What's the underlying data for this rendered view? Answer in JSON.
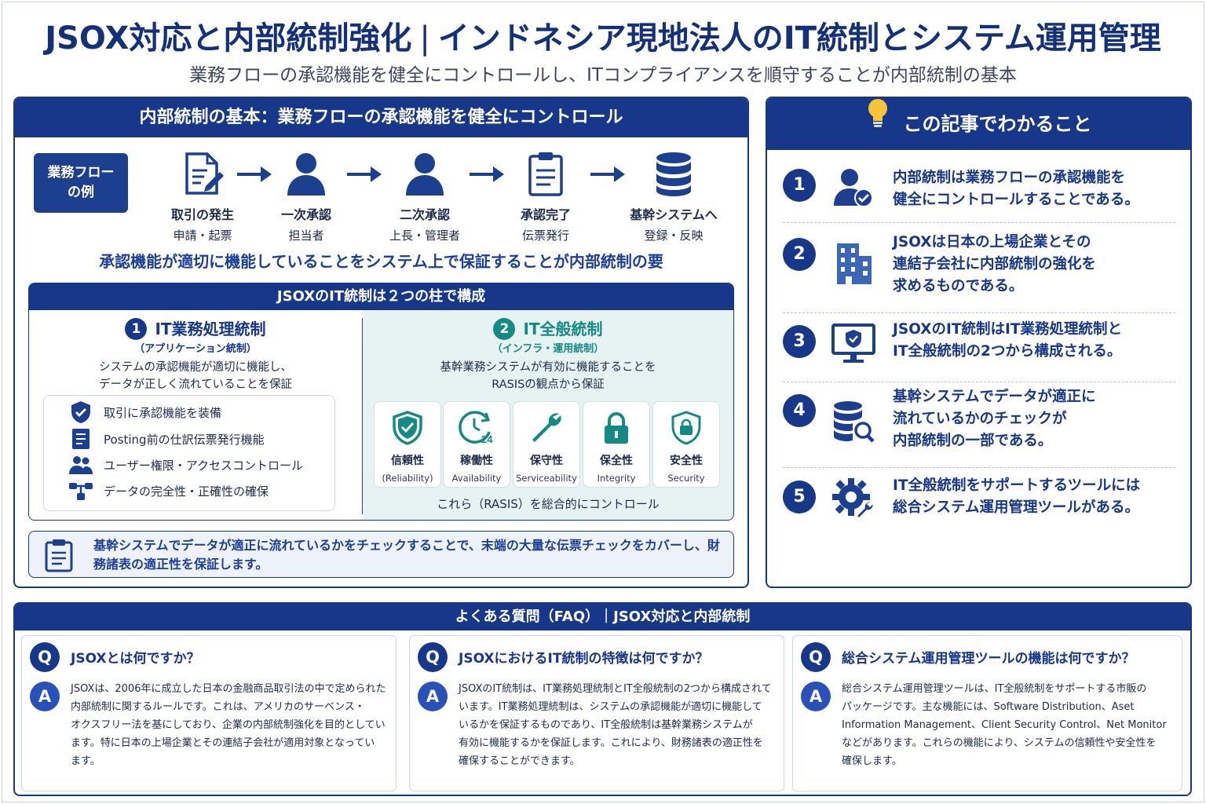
{
  "header": {
    "title_left": "JSOX対応と内部統制強化",
    "title_sep": "|",
    "title_right": "インドネシア現地法人のIT統制とシステム運用管理",
    "subtitle": "業務フローの承認機能を健全にコントロールし、ITコンプライアンスを順守することが内部統制の基本"
  },
  "left_panel": {
    "header": "内部統制の基本：業務フローの承認機能を健全にコントロール",
    "flow_example_label": "業務フロー\nの例",
    "flow_steps": [
      {
        "l1": "取引の発生",
        "l2": "申請・起票",
        "icon": "document-edit-icon"
      },
      {
        "l1": "一次承認",
        "l2": "担当者",
        "icon": "person-icon"
      },
      {
        "l1": "二次承認",
        "l2": "上長・管理者",
        "icon": "person-icon"
      },
      {
        "l1": "承認完了",
        "l2": "伝票発行",
        "icon": "clipboard-icon"
      },
      {
        "l1": "基幹システムへ",
        "l2": "登録・反映",
        "icon": "database-icon"
      }
    ],
    "key_message": "承認機能が適切に機能していることをシステム上で保証することが内部統制の要",
    "pillars": {
      "header": "JSOXのIT統制は２つの柱で構成",
      "left": {
        "num": "1",
        "title": "IT業務処理統制",
        "sub": "（アプリケーション統制）",
        "desc1": "システムの承認機能が適切に機能し、",
        "desc2": "データが正しく流れていることを保証",
        "items": [
          {
            "label": "取引に承認機能を装備",
            "icon": "shield-check-icon"
          },
          {
            "label": "Posting前の仕訳伝票発行機能",
            "icon": "document-list-icon"
          },
          {
            "label": "ユーザー権限・アクセスコントロール",
            "icon": "users-icon"
          },
          {
            "label": "データの完全性・正確性の確保",
            "icon": "data-flow-icon"
          }
        ]
      },
      "right": {
        "num": "2",
        "title": "IT全般統制",
        "sub": "（インフラ・運用統制）",
        "desc1": "基幹業務システムが有効に機能することを",
        "desc2": "RASISの観点から保証",
        "rasis": [
          {
            "jp": "信頼性",
            "en": "(Reliability)",
            "icon": "shield-check-icon"
          },
          {
            "jp": "稼働性",
            "en": "Availability",
            "icon": "clock-24-icon"
          },
          {
            "jp": "保守性",
            "en": "Serviceability",
            "icon": "wrench-icon"
          },
          {
            "jp": "保全性",
            "en": "Integrity",
            "icon": "lock-icon"
          },
          {
            "jp": "安全性",
            "en": "Security",
            "icon": "shield-lock-icon"
          }
        ],
        "note": "これら（RASIS）を総合的にコントロール"
      }
    },
    "bottom_note": "基幹システムでデータが適正に流れているかをチェックすることで、末端の大量な伝票チェックをカバーし、財務諸表の適正性を保証します。"
  },
  "right_panel": {
    "header": "この記事でわかること",
    "points": [
      {
        "num": "1",
        "lines": [
          "内部統制は業務フローの承認機能を",
          "健全にコントロールすることである。"
        ],
        "icon": "user-check-icon"
      },
      {
        "num": "2",
        "lines": [
          "JSOXは日本の上場企業とその",
          "連結子会社に内部統制の強化を",
          "求めるものである。"
        ],
        "icon": "building-icon"
      },
      {
        "num": "3",
        "lines": [
          "JSOXのIT統制はIT業務処理統制と",
          "IT全般統制の2つから構成される。"
        ],
        "icon": "monitor-shield-icon"
      },
      {
        "num": "4",
        "lines": [
          "基幹システムでデータが適正に",
          "流れているかのチェックが",
          "内部統制の一部である。"
        ],
        "icon": "database-search-icon"
      },
      {
        "num": "5",
        "lines": [
          "IT全般統制をサポートするツールには",
          "総合システム運用管理ツールがある。"
        ],
        "icon": "gear-wrench-icon"
      }
    ]
  },
  "faq": {
    "header": "よくある質問（FAQ）｜JSOX対応と内部統制",
    "q_label": "Q",
    "a_label": "A",
    "items": [
      {
        "question": "JSOXとは何ですか？",
        "answer_lines": [
          "JSOXは、2006年に成立した日本の金融商品取引法の中で定められた",
          "内部統制に関するルールです。これは、アメリカのサーベンス・",
          "オクスフリー法を基にしており、企業の内部統制強化を目的としてい",
          "ます。特に日本の上場企業とその連結子会社が適用対象となってい",
          "ます。"
        ]
      },
      {
        "question": "JSOXにおけるIT統制の特徴は何ですか？",
        "answer_lines": [
          "JSOXのIT統制は、IT業務処理統制とIT全般統制の2つから構成されて",
          "います。IT業務処理統制は、システムの承認機能が適切に機能して",
          "いるかを保証するものであり、IT全般統制は基幹業務システムが",
          "有効に機能するかを保証します。これにより、財務諸表の適正性を",
          "確保することができます。"
        ]
      },
      {
        "question": "総合システム運用管理ツールの機能は何ですか？",
        "answer_lines": [
          "総合システム運用管理ツールは、IT全般統制をサポートする市販の",
          "パッケージです。主な機能には、Software Distribution、Aset",
          "Information Management、Client Security Control、Net Monitor",
          "などがあります。これらの機能により、システムの信頼性や安全性を",
          "確保します。"
        ]
      }
    ]
  },
  "colors": {
    "navy": "#17378a",
    "teal": "#138a84",
    "blue_text": "#1b3f9a"
  }
}
